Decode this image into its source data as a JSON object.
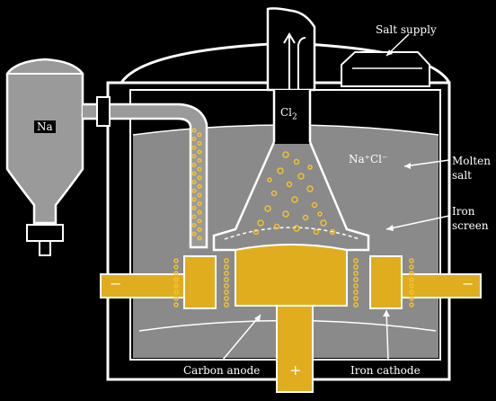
{
  "labels": {
    "salt_supply": "Salt supply",
    "na": "Na",
    "cl2": "Cl",
    "cl2_sub": "2",
    "ion_pair": "Na⁺Cl⁻",
    "molten_salt_1": "Molten",
    "molten_salt_2": "salt",
    "iron_screen_1": "Iron",
    "iron_screen_2": "screen",
    "carbon_anode": "Carbon anode",
    "iron_cathode": "Iron cathode",
    "minus_left": "−",
    "minus_right": "−",
    "plus_bottom": "+"
  },
  "colors": {
    "background": "#000000",
    "outline": "#ffffff",
    "molten_salt": "#8a8a8a",
    "sodium_fill": "#9a9a9a",
    "electrode_gold": "#e0ad1e",
    "electrode_dark": "#a87a10",
    "bubble": "#f2c230"
  }
}
